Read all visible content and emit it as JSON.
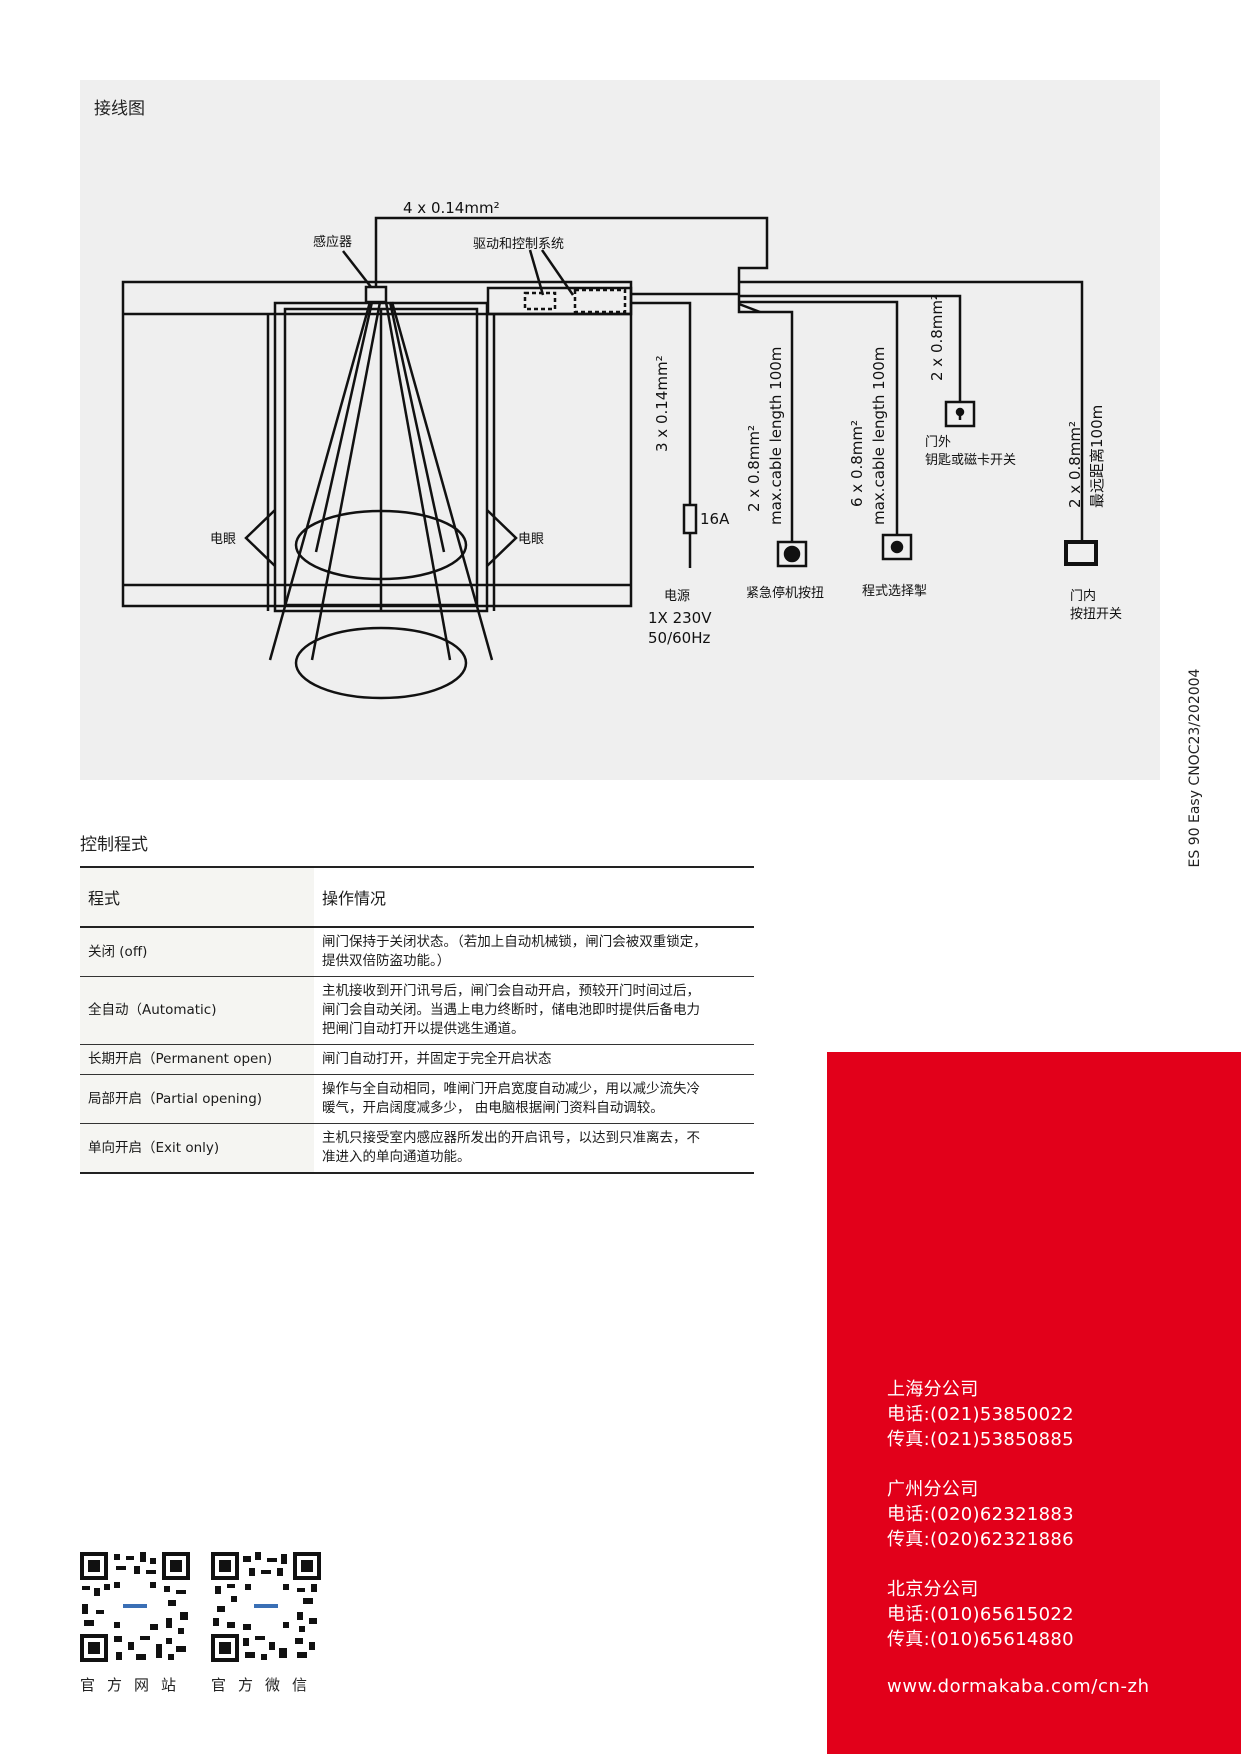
{
  "diagram": {
    "title": "接线图",
    "labels": {
      "cable_top": "4 x 0.14mm²",
      "sensor": "感应器",
      "drive": "驱动和控制系统",
      "eye_left": "电眼",
      "eye_right": "电眼",
      "power_cable": "3 x 0.14mm²",
      "fuse": "16A",
      "power": "电源",
      "voltage": "1X 230V",
      "frequency": "50/60Hz",
      "estop_cable1": "2 x 0.8mm²",
      "estop_cable2": "max.cable length 100m",
      "estop": "紧急停机按扭",
      "selector_cable1": "6 x 0.8mm²",
      "selector_cable2": "max.cable length 100m",
      "selector": "程式选择掣",
      "outside_cable": "2 x 0.8mm²",
      "outside1": "门外",
      "outside2": "钥匙或磁卡开关",
      "inside_cable1": "2 x 0.8mm²",
      "inside_cable2": "最远距离100m",
      "inside1": "门内",
      "inside2": "按扭开关"
    }
  },
  "control": {
    "title": "控制程式",
    "headers": [
      "程式",
      "操作情况"
    ],
    "rows": [
      {
        "program": "关闭 (off)",
        "lines": [
          "闸门保持于关闭状态。（若加上自动机械锁，闸门会被双重锁定，",
          "提供双倍防盗功能。）"
        ]
      },
      {
        "program": "全自动（Automatic)",
        "lines": [
          "主机接收到开门讯号后，闸门会自动开启，预较开门时间过后，",
          "闸门会自动关闭。当遇上电力终断时，储电池即时提供后备电力",
          "把闸门自动打开以提供逃生通道。"
        ]
      },
      {
        "program": "长期开启（Permanent open)",
        "lines": [
          "闸门自动打开，并固定于完全开启状态"
        ]
      },
      {
        "program": "局部开启（Partial opening)",
        "lines": [
          "操作与全自动相同，唯闸门开启宽度自动减少，用以减少流失冷",
          "暖气，开启阔度减多少， 由电脑根据闸门资料自动调较。"
        ]
      },
      {
        "program": "单向开启（Exit only)",
        "lines": [
          "主机只接受室内感应器所发出的开启讯号，以达到只准离去，不",
          "准进入的单向通道功能。"
        ]
      }
    ]
  },
  "doc_code": "ES 90 Easy CNOC23/202004",
  "offices": [
    {
      "name": "上海分公司",
      "tel": "电话:(021)53850022",
      "fax": "传真:(021)53850885"
    },
    {
      "name": "广州分公司",
      "tel": "电话:(020)62321883",
      "fax": "传真:(020)62321886"
    },
    {
      "name": "北京分公司",
      "tel": "电话:(010)65615022",
      "fax": "传真:(010)65614880"
    }
  ],
  "website": "www.dormakaba.com/cn-zh",
  "qr": [
    {
      "label": "官方网站"
    },
    {
      "label": "官方微信"
    }
  ]
}
